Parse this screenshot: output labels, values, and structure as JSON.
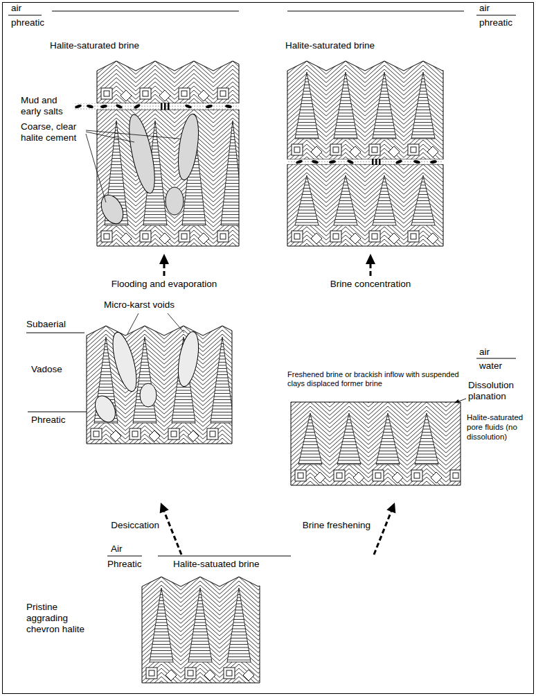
{
  "diagram": {
    "labels": [
      "air",
      "phreatic",
      "Halite-saturated brine",
      "Mud and early salts",
      "Coarse, clear halite cement",
      "Flooding and evaporation",
      "air",
      "phreatic",
      "Halite-saturated brine",
      "Brine concentration",
      "Subaerial",
      "Micro-karst voids",
      "Vadose",
      "Phreatic",
      "Desiccation",
      "air",
      "water",
      "Freshened brine or brackish inflow with suspended clays displaced former brine",
      "Dissolution planation",
      "Halite-saturated pore fluids (no dissolution)",
      "Brine freshening",
      "Air",
      "Phreatic",
      "Halite-satuated brine",
      "Pristine aggrading chevron halite"
    ]
  }
}
